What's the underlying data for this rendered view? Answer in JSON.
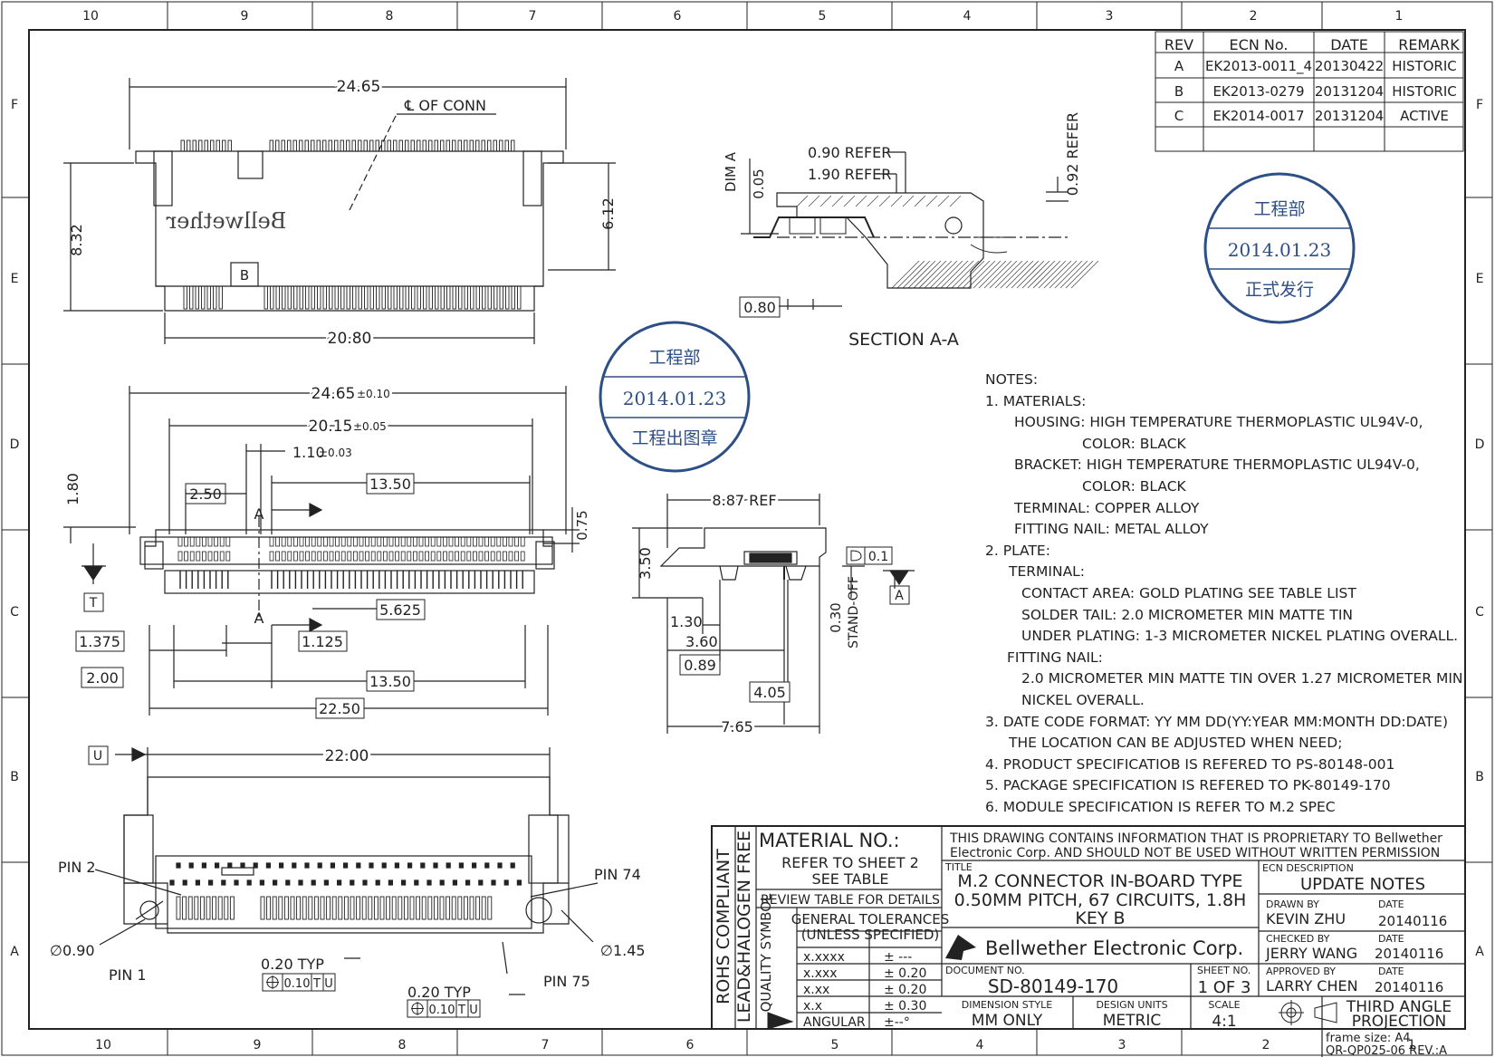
{
  "frame": {
    "col_labels": [
      "10",
      "9",
      "8",
      "7",
      "6",
      "5",
      "4",
      "3",
      "2",
      "1"
    ],
    "row_labels": [
      "F",
      "E",
      "D",
      "C",
      "B",
      "A"
    ]
  },
  "revision_table": {
    "headers": [
      "REV",
      "ECN No.",
      "DATE",
      "REMARK"
    ],
    "rows": [
      [
        "A",
        "EK2013-0011_4",
        "20130422",
        "HISTORIC"
      ],
      [
        "B",
        "EK2013-0279",
        "20131204",
        "HISTORIC"
      ],
      [
        "C",
        "EK2014-0017",
        "20131204",
        "ACTIVE"
      ]
    ]
  },
  "stamps": {
    "right": {
      "top": "工程部",
      "date": "2014.01.23",
      "bottom": "正式发行"
    },
    "center": {
      "top": "工程部",
      "date": "2014.01.23",
      "bottom": "工程出图章"
    },
    "color": "#2d4f86"
  },
  "top_view": {
    "dims": {
      "width": "24.65",
      "height": "8.32",
      "inner_h": "6.12",
      "bottom": "20.80",
      "label": "℄ OF CONN",
      "brand": "Bellwether",
      "key": "B"
    }
  },
  "section": {
    "dims": {
      "r1": "0.90 REFER",
      "r2": "1.90 REFER",
      "vr": "0.92 REFER",
      "dimA": "DIM A",
      "v05": "0.05",
      "b80": "0.80",
      "title": "SECTION A-A"
    }
  },
  "front_view": {
    "dims": {
      "w1": "24.65",
      "t1": "±0.10",
      "w2": "20.15",
      "t2": "±0.05",
      "w3": "1.10",
      "t3": "±0.03",
      "h180": "1.80",
      "b250": "2.50",
      "b1350": "13.50",
      "A": "A",
      "v075": "0.75",
      "T": "T",
      "b5625": "5.625",
      "b1375": "1.375",
      "b1125": "1.125",
      "b200": "2.00",
      "b1350b": "13.50",
      "b2250": "22.50"
    }
  },
  "side_view": {
    "dims": {
      "w887": "8.87  REF",
      "h350": "3.50",
      "tol": "0.1",
      "datA": "A",
      "w130": "1.30",
      "w360": "3.60",
      "b089": "0.89",
      "standoff": "0.30",
      "standoff_lbl": "STAND-OFF",
      "b405": "4.05",
      "w765": "7.65"
    }
  },
  "bottom_view": {
    "dims": {
      "U": "U",
      "w2200": "22.00",
      "pin2": "PIN 2",
      "pin74": "PIN 74",
      "pin1": "PIN 1",
      "pin75": "PIN 75",
      "d090": "∅0.90",
      "d145": "∅1.45",
      "typ1": "0.20 TYP",
      "typ2": "0.20  TYP",
      "fc1": "0.10",
      "fcT": "T",
      "fcU": "U"
    }
  },
  "notes": {
    "lines": [
      {
        "t": "NOTES:",
        "c": ""
      },
      {
        "t": "1. MATERIALS:",
        "c": ""
      },
      {
        "t": "HOUSING: HIGH TEMPERATURE THERMOPLASTIC UL94V-0,",
        "c": "i1"
      },
      {
        "t": "COLOR: BLACK",
        "c": "i2"
      },
      {
        "t": "BRACKET: HIGH TEMPERATURE THERMOPLASTIC UL94V-0,",
        "c": "i1"
      },
      {
        "t": "COLOR: BLACK",
        "c": "i2"
      },
      {
        "t": "TERMINAL: COPPER ALLOY",
        "c": "i1"
      },
      {
        "t": "FITTING NAIL: METAL ALLOY",
        "c": "i1"
      },
      {
        "t": "2. PLATE:",
        "c": ""
      },
      {
        "t": "TERMINAL:",
        "c": "i3"
      },
      {
        "t": "CONTACT AREA: GOLD PLATING SEE TABLE LIST",
        "c": "i4"
      },
      {
        "t": "SOLDER TAIL: 2.0 MICROMETER MIN MATTE TIN",
        "c": "i4"
      },
      {
        "t": "UNDER PLATING: 1-3 MICROMETER NICKEL PLATING OVERALL.",
        "c": "i4"
      },
      {
        "t": "FITTING NAIL:",
        "c": "i5"
      },
      {
        "t": "2.0 MICROMETER MIN MATTE TIN OVER 1.27 MICROMETER MIN",
        "c": "i4"
      },
      {
        "t": "NICKEL OVERALL.",
        "c": "i4"
      },
      {
        "t": "3. DATE CODE FORMAT: YY MM DD(YY:YEAR MM:MONTH DD:DATE)",
        "c": ""
      },
      {
        "t": "THE LOCATION CAN BE ADJUSTED WHEN NEED;",
        "c": "i3"
      },
      {
        "t": "4. PRODUCT SPECIFICATIOB IS REFERED TO PS-80148-001",
        "c": ""
      },
      {
        "t": "5. PACKAGE SPECIFICATION IS REFERED TO PK-80149-170",
        "c": ""
      },
      {
        "t": "6. MODULE SPECIFICATION IS REFER TO M.2 SPEC",
        "c": ""
      }
    ]
  },
  "title_block": {
    "rohs1": "ROHS  COMPLIANT",
    "rohs2": "LEAD&HALOGEN FREE",
    "quality": "QUALITY SYMBOL",
    "material": "MATERIAL  NO.:",
    "refer1": "REFER  TO  SHEET  2",
    "refer2": "SEE  TABLE",
    "review": "REVIEW TABLE FOR DETAILS",
    "gt1": "GENERAL TOLERANCES",
    "gt2": "(UNLESS SPECIFIED)",
    "tolerances": [
      [
        "x.xxxx",
        "± ---"
      ],
      [
        "x.xxx",
        "± 0.20"
      ],
      [
        "x.xx",
        "± 0.20"
      ],
      [
        "x.x",
        "± 0.30"
      ],
      [
        "ANGULAR",
        "±--°"
      ]
    ],
    "proprietary1": "THIS DRAWING CONTAINS INFORMATION THAT IS PROPRIETARY TO Bellwether",
    "proprietary2": "Electronic Corp. AND SHOULD NOT BE USED WITHOUT WRITTEN PERMISSION",
    "title_lbl": "TITLE",
    "title1": "M.2 CONNECTOR IN-BOARD TYPE",
    "title2": "0.50MM PITCH, 67 CIRCUITS, 1.8H",
    "title3": "KEY B",
    "company": "Bellwether  Electronic  Corp.",
    "docno_lbl": "DOCUMENT NO.",
    "docno": "SD-80149-170",
    "sheet_lbl": "SHEET NO.",
    "sheet": "1  OF  3",
    "ecn_lbl": "ECN DESCRIPTION",
    "ecn": "UPDATE NOTES",
    "drawn_lbl": "DRAWN BY",
    "drawn": "KEVIN ZHU",
    "checked_lbl": "CHECKED BY",
    "checked": "JERRY WANG",
    "approved_lbl": "APPROVED BY",
    "approved": "LARRY CHEN",
    "date_lbl": "DATE",
    "d1": "20140116",
    "d2": "20140116",
    "d3": "20140116",
    "dimstyle_lbl": "DIMENSION STYLE",
    "dimstyle": "MM  ONLY",
    "units_lbl": "DESIGN UNITS",
    "units": "METRIC",
    "scale_lbl": "SCALE",
    "scale": "4:1",
    "proj1": "THIRD ANGLE",
    "proj2": "PROJECTION",
    "frame_size": "frame size: A4",
    "form_no": "QR-QP025-06 REV.:A"
  }
}
